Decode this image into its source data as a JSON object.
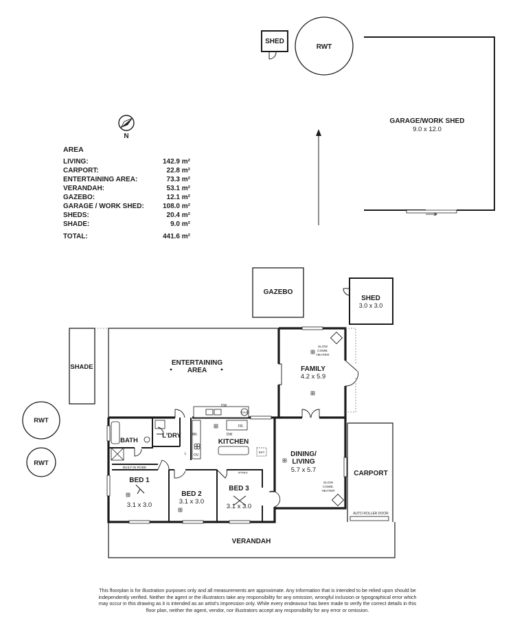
{
  "north": {
    "label": "N"
  },
  "area_schedule": {
    "title": "AREA",
    "rows": [
      {
        "name": "LIVING:",
        "value": "142.9 m²"
      },
      {
        "name": "CARPORT:",
        "value": "22.8 m²"
      },
      {
        "name": "ENTERTAINING AREA:",
        "value": "73.3 m²"
      },
      {
        "name": "VERANDAH:",
        "value": "53.1 m²"
      },
      {
        "name": "GAZEBO:",
        "value": "12.1 m²"
      },
      {
        "name": "GARAGE / WORK SHED:",
        "value": "108.0 m²"
      },
      {
        "name": "SHEDS:",
        "value": "20.4 m²"
      },
      {
        "name": "SHADE:",
        "value": "9.0 m²"
      }
    ],
    "total": {
      "name": "TOTAL:",
      "value": "441.6 m²"
    }
  },
  "rooms": {
    "shed_small": {
      "name": "SHED"
    },
    "rwt_top": {
      "name": "RWT"
    },
    "garage": {
      "name": "GARAGE/WORK SHED",
      "dims": "9.0 x 12.0"
    },
    "gazebo": {
      "name": "GAZEBO"
    },
    "shed": {
      "name": "SHED",
      "dims": "3.0 x 3.0"
    },
    "shade": {
      "name": "SHADE"
    },
    "rwt_left1": {
      "name": "RWT"
    },
    "rwt_left2": {
      "name": "RWT"
    },
    "entertaining": {
      "name_line1": "ENTERTAINING",
      "name_line2": "AREA"
    },
    "family": {
      "name": "FAMILY",
      "dims": "4.2 x 5.9"
    },
    "kitchen": {
      "name": "KITCHEN"
    },
    "dining": {
      "name_line1": "DINING/",
      "name_line2": "LIVING",
      "dims": "5.7 x 5.7"
    },
    "carport": {
      "name": "CARPORT"
    },
    "bath": {
      "name": "BATH"
    },
    "ldry": {
      "name": "L'DRY"
    },
    "bed1": {
      "name": "BED 1",
      "dims": "3.1 x 3.0"
    },
    "bed2": {
      "name": "BED 2",
      "dims": "3.1 x 3.0"
    },
    "bed3": {
      "name": "BED 3",
      "dims": "3.1 x 3.0"
    },
    "verandah": {
      "name": "VERANDAH"
    }
  },
  "fixtures": {
    "slow_comb_heater_1": [
      "SLOW",
      "COMB.",
      "HEATER"
    ],
    "slow_comb_heater_2": [
      "SLOW",
      "COMB.",
      "HEATER"
    ],
    "built_in_robe": "BUILT-IN ROBE",
    "pantry": "P'TRY",
    "auto_roller_door": "AUTO ROLLER DOOR",
    "dw_top": "DW",
    "gas": "GAS",
    "dw": "DW",
    "fr": "FR.",
    "br": "BR.",
    "ov": "OV.",
    "sky": "SKY",
    "l": "L"
  },
  "disclaimer": "This floorplan is for illustration purposes only and all measurements are approximate. Any information that is intended to be relied upon should be independently verified. Neither the agent or the illustrators take any responsibility for any omission, wrongful inclusion or typographical error which may occur in this drawing as it is intended as an artist's impression only. While every endeavour has been made to verify the correct details in this floor plan, neither the agent, vendor, nor illustrators accept any responsibility for any error or omission.",
  "colors": {
    "wall": "#1a1a1a",
    "outline": "#555555",
    "paper": "#ffffff"
  }
}
